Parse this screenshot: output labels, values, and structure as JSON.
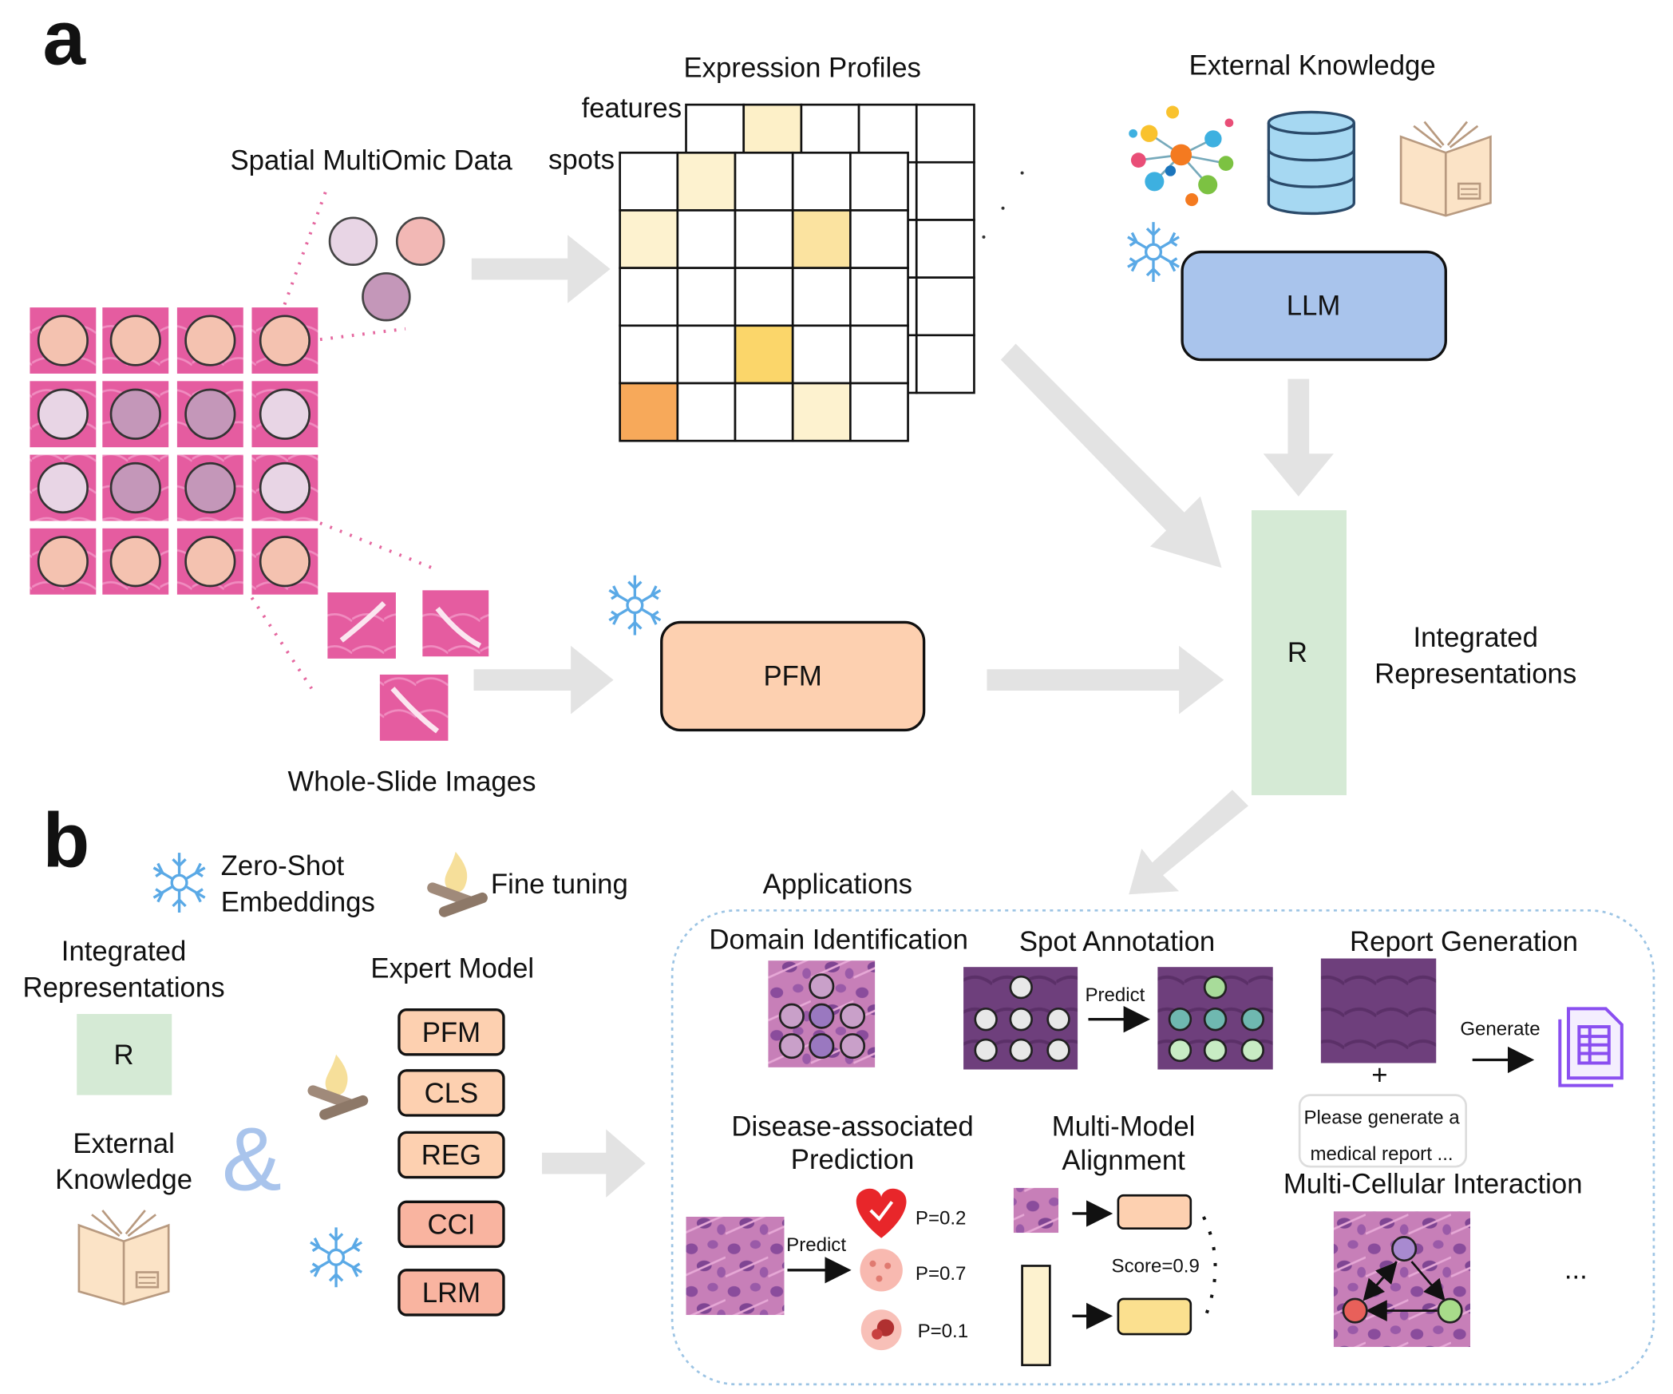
{
  "panel_a": {
    "label": "a",
    "spatial_multiomic": "Spatial MultiOmic Data",
    "whole_slide": "Whole-Slide Images",
    "expression_profiles": "Expression Profiles",
    "features": "features",
    "spots": "spots",
    "external_knowledge": "External Knowledge",
    "llm": "LLM",
    "pfm": "PFM",
    "r": "R",
    "integrated_line1": "Integrated",
    "integrated_line2": "Representations"
  },
  "panel_b": {
    "label": "b",
    "legend": {
      "zero_shot_line1": "Zero-Shot",
      "zero_shot_line2": "Embeddings",
      "fine_tuning": "Fine tuning"
    },
    "integrated_line1": "Integrated",
    "integrated_line2": "Representations",
    "r": "R",
    "external_line1": "External",
    "external_line2": "Knowledge",
    "ampersand": "&",
    "expert_model": "Expert Model",
    "experts": [
      "PFM",
      "CLS",
      "REG",
      "CCI",
      "LRM"
    ],
    "applications": {
      "title": "Applications",
      "domain_identification": "Domain Identification",
      "spot_annotation": "Spot Annotation",
      "predict": "Predict",
      "report_generation": "Report Generation",
      "plus": "+",
      "generate": "Generate",
      "prompt_line1": "Please generate a",
      "prompt_line2": "medical report ...",
      "disease_line1": "Disease-associated",
      "disease_line2": "Prediction",
      "probabilities": [
        "P=0.2",
        "P=0.7",
        "P=0.1"
      ],
      "alignment_line1": "Multi-Model",
      "alignment_line2": "Alignment",
      "score": "Score=0.9",
      "multicellular": "Multi-Cellular Interaction",
      "ellipsis": "..."
    }
  },
  "colors": {
    "tissue_pink": "#e55ca0",
    "llm_blue": "#a9c4ec",
    "pfm_peach": "#fdd0b0",
    "expert_salmon": "#f9b4a0",
    "representation_green": "#d5ead5",
    "arrow_gray": "#e3e3e3",
    "snowflake_blue": "#5aa9e6"
  }
}
